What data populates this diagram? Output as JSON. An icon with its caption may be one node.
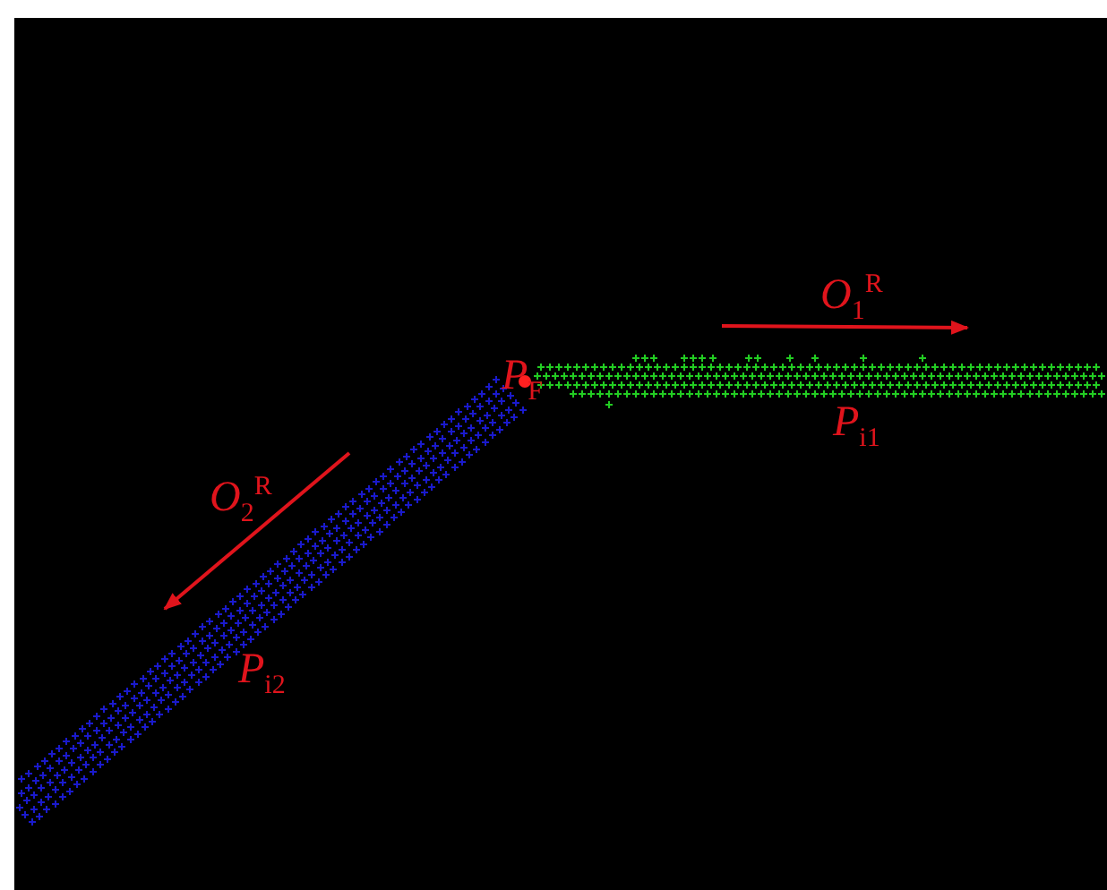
{
  "diagram": {
    "labels": [
      "*O*$_{1}$$^{R}$",
      "*P*$_{F}$",
      "*P*$_{i1}$",
      "*O*$_{2}$$^{R}$",
      "*P*$_{i2}$"
    ]
  }
}
